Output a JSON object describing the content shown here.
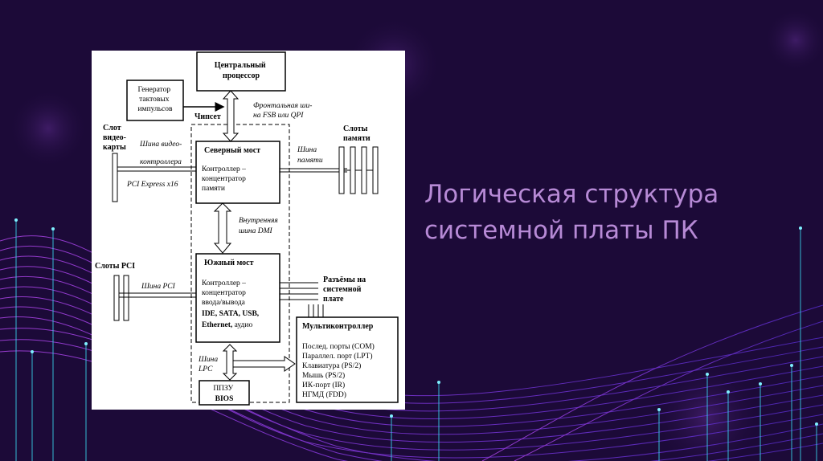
{
  "slide": {
    "title_line1": "Логическая структура",
    "title_line2": "системной платы ПК"
  },
  "diagram": {
    "cpu": [
      "Центральный",
      "процессор"
    ],
    "clock_gen": [
      "Генератор",
      "тактовых",
      "импульсов"
    ],
    "chipset": "Чипсет",
    "fsb_bus": [
      "Фронтальная ши-",
      "на FSB или QPI"
    ],
    "video_slot": [
      "Слот",
      "видео-",
      "карты"
    ],
    "video_bus": [
      "Шина видео-",
      "контроллера"
    ],
    "pcie": "PCI Express x16",
    "north_bridge": {
      "title": "Северный мост",
      "desc": [
        "Контроллер –",
        "концентратор",
        "памяти"
      ]
    },
    "mem_slots": [
      "Слоты",
      "памяти"
    ],
    "mem_bus": [
      "Шина",
      "памяти"
    ],
    "dmi_bus": [
      "Внутренняя",
      "шина DMI"
    ],
    "pci_slots": "Слоты PCI",
    "pci_bus": "Шина PCI",
    "south_bridge": {
      "title": "Южный мост",
      "desc": [
        "Контроллер –",
        "концентратор",
        "ввода/вывода"
      ],
      "ifaces_1": "IDE, SATA, USB,",
      "ifaces_2a": "Ethernet,",
      "ifaces_2b": " аудио"
    },
    "connectors": [
      "Разъёмы на",
      "системной",
      "плате"
    ],
    "multi": {
      "title": "Мультиконтроллер",
      "items": [
        "Послед. порты (COM)",
        "Параллел. порт (LPT)",
        "Клавиатура (PS/2)",
        "Мышь (PS/2)",
        "ИК-порт (IR)",
        "НГМД (FDD)"
      ]
    },
    "lpc_bus": [
      "Шина",
      "LPC"
    ],
    "rom": [
      "ППЗУ",
      "BIOS"
    ]
  },
  "colors": {
    "background": "#1c0a38",
    "title": "#b78ad6",
    "wave": "#9b3fe0",
    "glow": "#39d8f0"
  }
}
